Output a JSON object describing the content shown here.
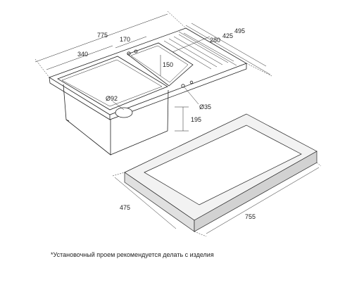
{
  "dimensions": {
    "sink_length": "775",
    "sink_depth_outer": "495",
    "sink_depth_425": "425",
    "drainboard_280": "280",
    "small_bowl_width": "170",
    "small_bowl_length": "150",
    "large_bowl_width": "340",
    "drain_large": "Ø92",
    "drain_small": "Ø35",
    "bowl_depth": "195",
    "cutout_width": "475",
    "cutout_length": "755"
  },
  "footnote": "*Установочный проем рекомендуется делать с изделия"
}
